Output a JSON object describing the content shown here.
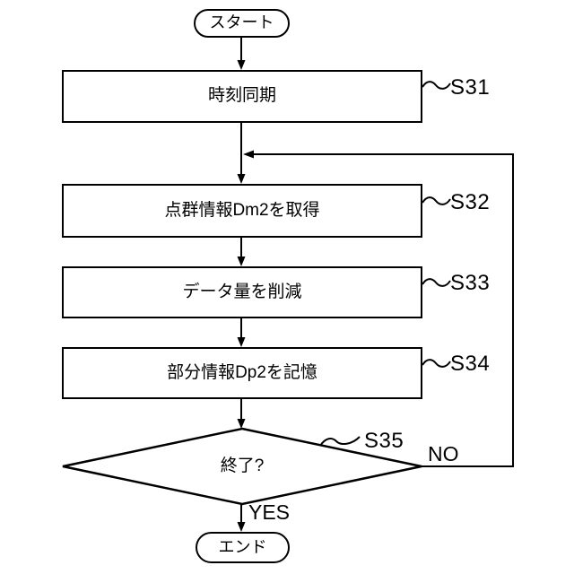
{
  "figure": {
    "type": "flowchart",
    "background": "#ffffff",
    "stroke_color": "#000000",
    "terminals": {
      "start": "スタート",
      "end": "エンド"
    },
    "steps": [
      {
        "id": "S31",
        "label": "時刻同期",
        "type": "process"
      },
      {
        "id": "S32",
        "label": "点群情報Dm2を取得",
        "type": "process"
      },
      {
        "id": "S33",
        "label": "データ量を削減",
        "type": "process"
      },
      {
        "id": "S34",
        "label": "部分情報Dp2を記憶",
        "type": "process"
      },
      {
        "id": "S35",
        "label": "終了?",
        "type": "decision"
      }
    ],
    "branches": {
      "no": "NO",
      "yes": "YES"
    }
  }
}
